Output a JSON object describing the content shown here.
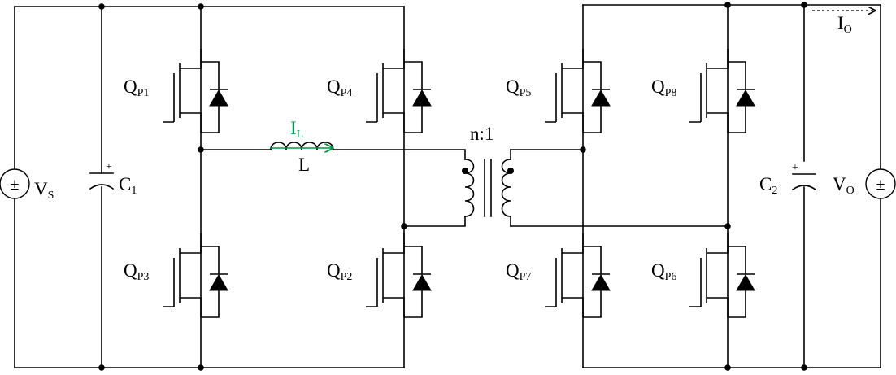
{
  "colors": {
    "wire": "#000000",
    "inductor_current": "#009245",
    "background": "#ffffff"
  },
  "labels": {
    "vs": {
      "main": "V",
      "sub": "S"
    },
    "vo": {
      "main": "V",
      "sub": "O"
    },
    "c1": {
      "main": "C",
      "sub": "1"
    },
    "c2": {
      "main": "C",
      "sub": "2"
    },
    "l": "L",
    "il": {
      "main": "I",
      "sub": "L"
    },
    "io": {
      "main": "I",
      "sub": "O"
    },
    "ratio": "n:1",
    "source_symbol": "±",
    "plus": "+"
  },
  "switches": [
    {
      "id": "qp1",
      "main": "Q",
      "sub": "P1"
    },
    {
      "id": "qp2",
      "main": "Q",
      "sub": "P2"
    },
    {
      "id": "qp3",
      "main": "Q",
      "sub": "P3"
    },
    {
      "id": "qp4",
      "main": "Q",
      "sub": "P4"
    },
    {
      "id": "qp5",
      "main": "Q",
      "sub": "P5"
    },
    {
      "id": "qp6",
      "main": "Q",
      "sub": "P6"
    },
    {
      "id": "qp7",
      "main": "Q",
      "sub": "P7"
    },
    {
      "id": "qp8",
      "main": "Q",
      "sub": "P8"
    }
  ]
}
